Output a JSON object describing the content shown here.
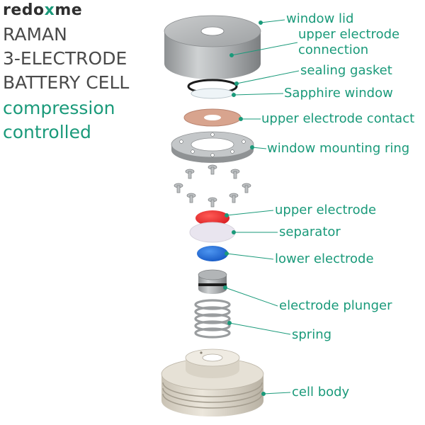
{
  "brand": {
    "logo_pre": "redo",
    "logo_x": "x",
    "logo_post": "me"
  },
  "title": {
    "line1": "RAMAN",
    "line2": "3-ELECTRODE",
    "line3": "BATTERY CELL"
  },
  "subtitle": {
    "line1": "compression",
    "line2": "controlled"
  },
  "labels": {
    "window_lid": "window lid",
    "upper_connection_1": "upper electrode",
    "upper_connection_2": "connection",
    "sealing_gasket": "sealing gasket",
    "sapphire_window": "Sapphire window",
    "upper_contact": "upper electrode contact",
    "mounting_ring": "window mounting ring",
    "upper_electrode": "upper electrode",
    "separator": "separator",
    "lower_electrode": "lower electrode",
    "plunger": "electrode plunger",
    "spring": "spring",
    "cell_body": "cell body"
  },
  "colors": {
    "accent": "#1a9a7a",
    "title_gray": "#4a4a4a",
    "upper_electrode": "#e0232a",
    "lower_electrode": "#1f6fd6",
    "contact_copper": "#d8a48e"
  }
}
